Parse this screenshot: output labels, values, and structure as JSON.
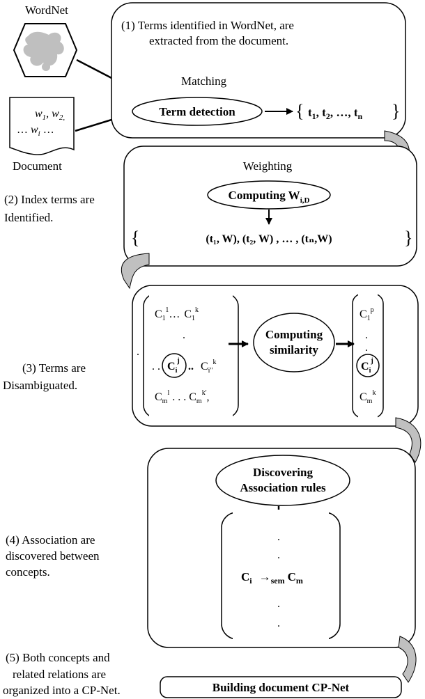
{
  "sources": {
    "wordnet_label": "WordNet",
    "document_label": "Document",
    "document_text": {
      "line1": {
        "w": "w",
        "s1": "1",
        "sep": ", ",
        "w2": "w",
        "s2": "2,"
      },
      "line2": {
        "lead": "… ",
        "w": "w",
        "s": "i",
        "trail": " …"
      }
    }
  },
  "step1": {
    "caption_line1": "(1) Terms identified in WordNet, are",
    "caption_line2": "extracted from the document.",
    "matching_label": "Matching",
    "process_label": "Term detection",
    "output": {
      "t": "t",
      "s1": "1",
      "s2": "2",
      "sn": "n",
      "sep": ", ",
      "ellipsis": "…"
    }
  },
  "step2": {
    "weighting_label": "Weighting",
    "process_label": "Computing W",
    "process_sub_i": "i",
    "process_sub_D": ",D",
    "caption_line1": "(2) Index terms are",
    "caption_line2": "Identified.",
    "output_text": "(t₁, W), (t₂, W) , … , (tₙ,W)"
  },
  "step3": {
    "caption_line1": "(3) Terms are",
    "caption_line2": "Disambiguated.",
    "process_line1": "Computing",
    "process_line2": "similarity",
    "left_matrix": {
      "row1_a": "C",
      "row1_a_sub": "1",
      "row1_a_sup": "1",
      "row1_mid": "…",
      "row1_b": "C",
      "row1_b_sub": "1",
      "row1_b_sup": "k",
      "dot": ".",
      "row3_lead": ". .",
      "row3_center": "C",
      "row3_center_sub": "i",
      "row3_center_sup": "j",
      "row3_mid": "..",
      "row3_b": "C",
      "row3_b_sub": "i\"",
      "row3_b_sup": "k",
      "row4_a": "C",
      "row4_a_sub": "m",
      "row4_a_sup": "l",
      "row4_mid": ". . .",
      "row4_b": "C",
      "row4_b_sub": "m",
      "row4_b_sup": "k'",
      "row4_trail": ","
    },
    "right_matrix": {
      "top": "C",
      "top_sub": "1",
      "top_sup": "p",
      "center": "C",
      "center_sub": "i",
      "center_sup": "j",
      "bottom": "C",
      "bottom_sub": "m",
      "bottom_sup": "k"
    }
  },
  "step4": {
    "caption_line1": "(4) Association are",
    "caption_line2": "discovered   between",
    "caption_line3": "concepts.",
    "process_line1": "Discovering",
    "process_line2": "Association rules",
    "rule": {
      "a": "C",
      "a_sub": "i",
      "arrow": "→",
      "rel_sub": "sem",
      "b": "C",
      "b_sub": "m"
    }
  },
  "step5": {
    "caption_line1": "(5) Both concepts and",
    "caption_line2": "related relations are",
    "caption_line3": "organized into a CP-Net.",
    "process_label": "Building document CP-Net"
  },
  "colors": {
    "stroke": "#000000",
    "connector_fill": "#c0c0c0",
    "wordnet_blob": "#bfbfbf"
  }
}
